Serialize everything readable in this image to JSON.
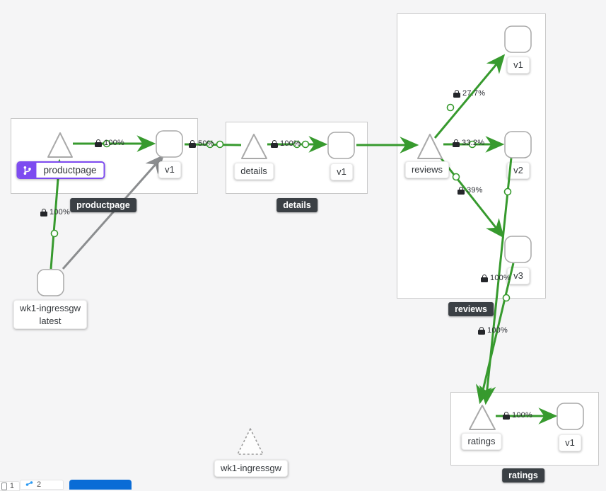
{
  "colors": {
    "edge_green": "#379a2e",
    "edge_gray": "#8b8d8f",
    "selected_purple": "#7d4bf0",
    "badge_bg": "#3b4045",
    "canvas_bg": "#f5f5f6"
  },
  "groups": {
    "productpage": {
      "label": "productpage"
    },
    "details": {
      "label": "details"
    },
    "reviews": {
      "label": "reviews"
    },
    "ratings": {
      "label": "ratings"
    }
  },
  "nodes": {
    "productpage_service": {
      "label": "productpage"
    },
    "productpage_v1": {
      "label": "v1"
    },
    "details_service": {
      "label": "details"
    },
    "details_v1": {
      "label": "v1"
    },
    "reviews_service": {
      "label": "reviews"
    },
    "reviews_v1": {
      "label": "v1"
    },
    "reviews_v2": {
      "label": "v2"
    },
    "reviews_v3": {
      "label": "v3"
    },
    "ratings_service": {
      "label": "ratings"
    },
    "ratings_v1": {
      "label": "v1"
    },
    "ingress_workload": {
      "label_line1": "wk1-ingressgw",
      "label_line2": "latest"
    },
    "ingress_service": {
      "label": "wk1-ingressgw"
    }
  },
  "edges": {
    "ingress_to_productpage": {
      "pct": "100%"
    },
    "productpage_to_v1": {
      "pct": "100%"
    },
    "v1_to_details": {
      "pct": "50%"
    },
    "details_to_v1": {
      "pct": "100%"
    },
    "reviews_to_v1": {
      "pct": "27.7%"
    },
    "reviews_to_v2": {
      "pct": "33.2%"
    },
    "reviews_to_v3": {
      "pct": "39%"
    },
    "v2_to_ratings": {
      "pct": "100%"
    },
    "v3_to_ratings": {
      "pct": "100%"
    },
    "ratings_to_v1": {
      "pct": "100%"
    }
  },
  "bottom_bar": {
    "item1_count": "1",
    "item2_count": "2"
  }
}
